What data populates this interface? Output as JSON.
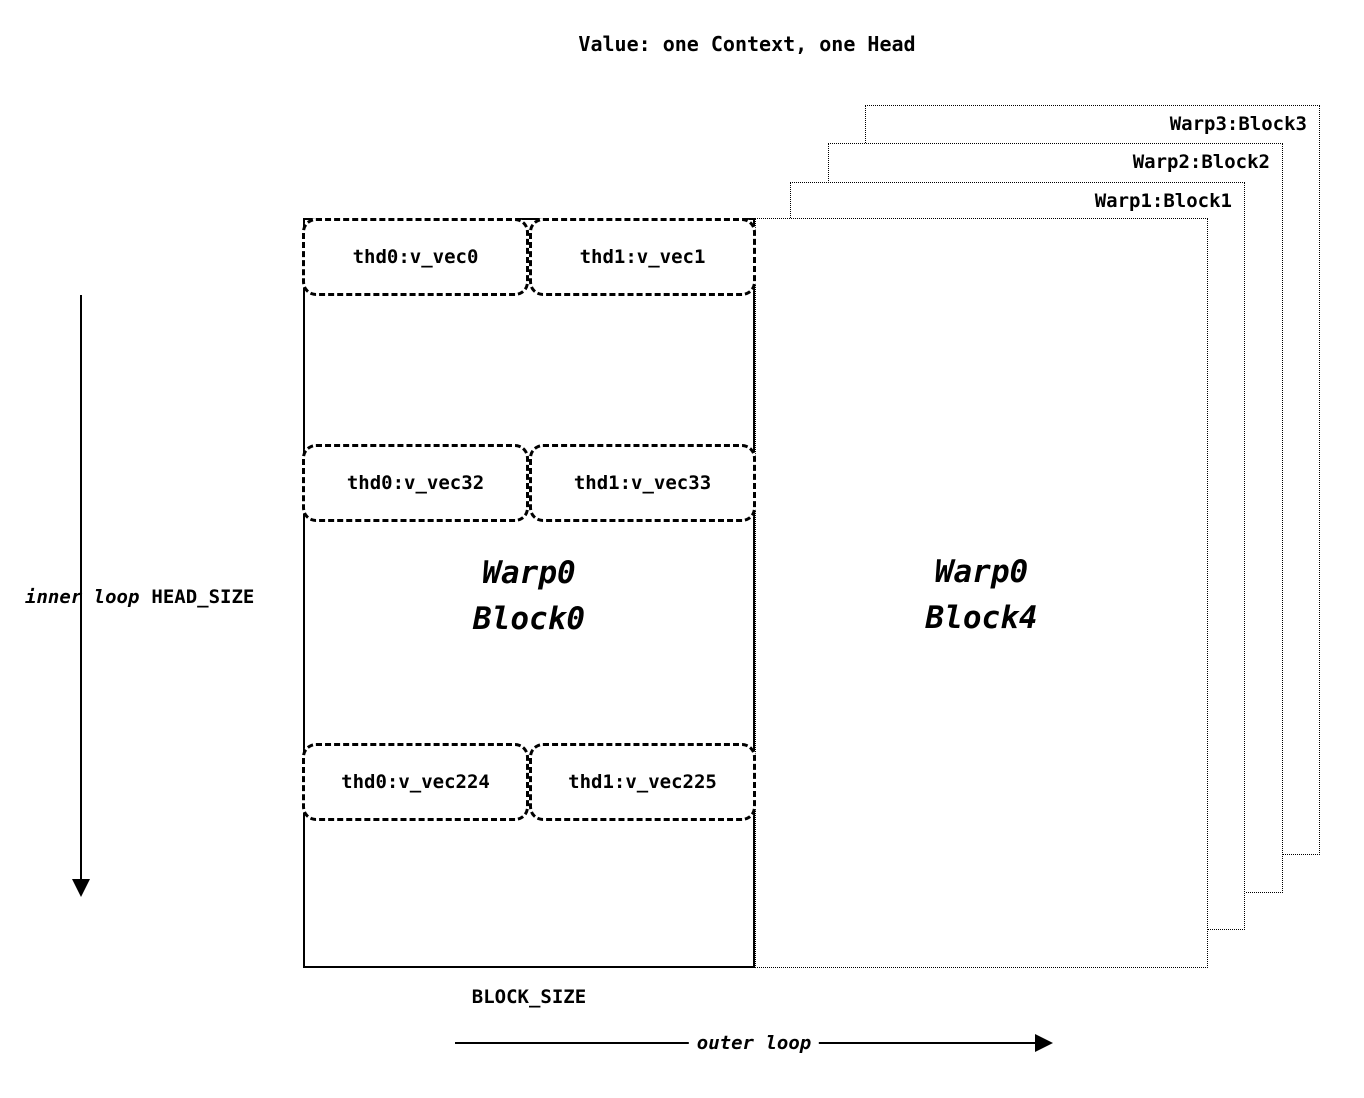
{
  "title": "Value: one Context, one Head",
  "back_blocks": [
    {
      "label": "Warp3:Block3"
    },
    {
      "label": "Warp2:Block2"
    },
    {
      "label": "Warp1:Block1"
    }
  ],
  "front_block": {
    "line1": "Warp0",
    "line2": "Block4"
  },
  "main_block": {
    "line1": "Warp0",
    "line2": "Block0",
    "rows": [
      {
        "left": "thd0:v_vec0",
        "right": "thd1:v_vec1"
      },
      {
        "left": "thd0:v_vec32",
        "right": "thd1:v_vec33"
      },
      {
        "left": "thd0:v_vec224",
        "right": "thd1:v_vec225"
      }
    ]
  },
  "labels": {
    "inner_loop": "inner loop",
    "head_size": "HEAD_SIZE",
    "block_size": "BLOCK_SIZE",
    "outer_loop": "outer loop"
  }
}
